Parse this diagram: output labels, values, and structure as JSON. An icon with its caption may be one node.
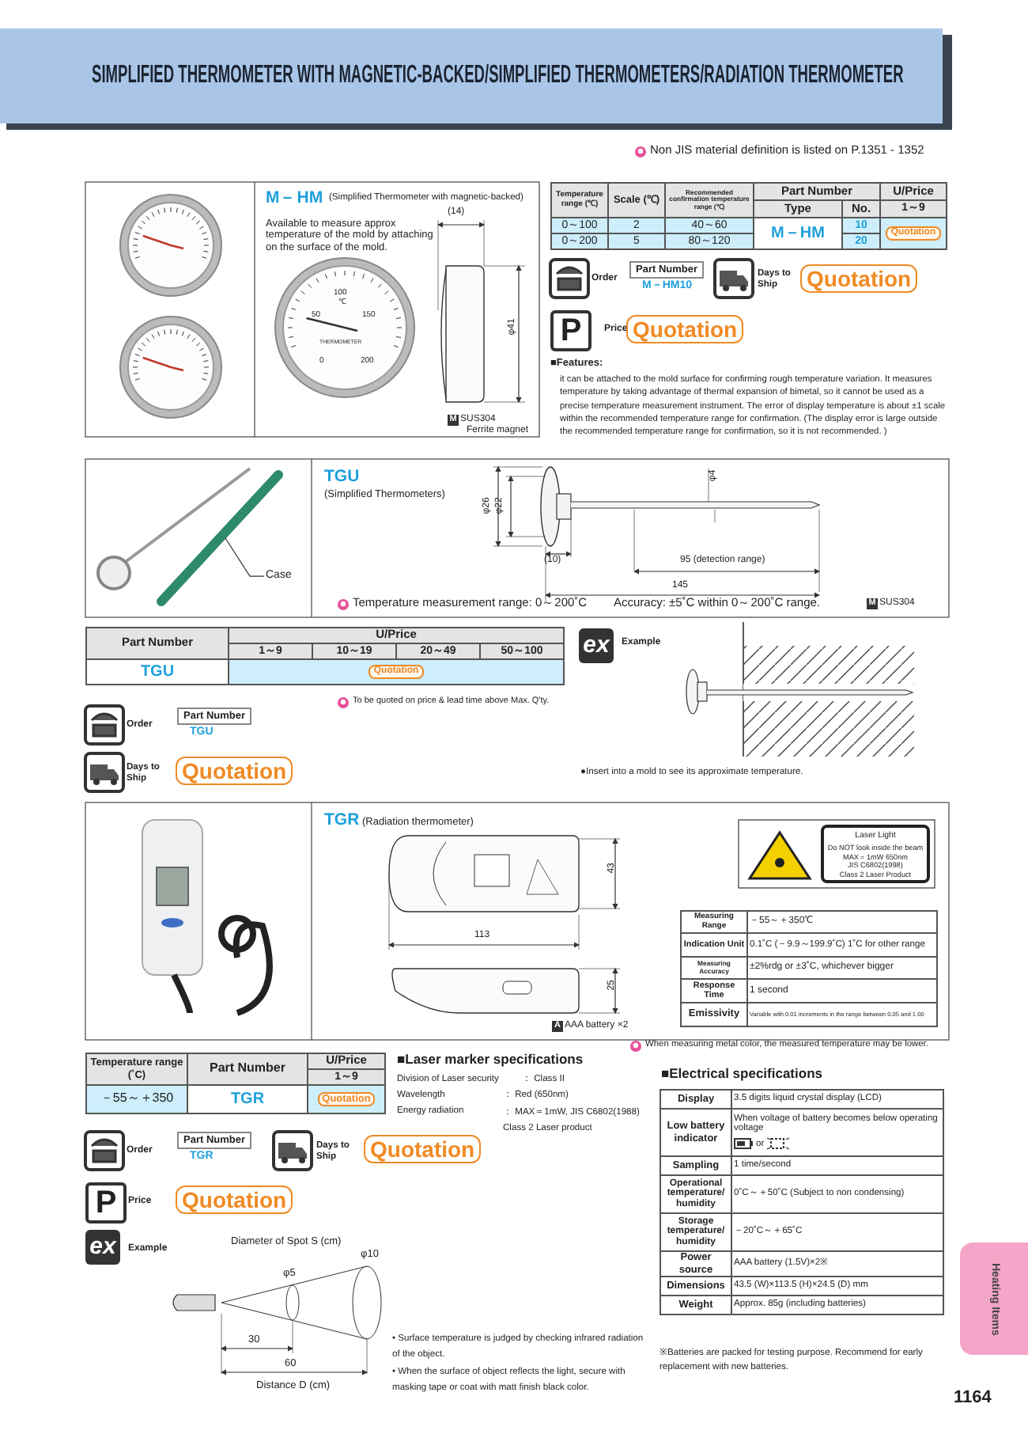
{
  "diagram": {
    "title": "SIMPLIFIED THERMOMETER WITH MAGNETIC-BACKED/SIMPLIFIED THERMOMETERS/RADIATION THERMOMETER",
    "nodes": [
      {
        "text": [
          "Case"
        ]
      },
      {
        "text": [],
        "shape": "picture"
      }
    ],
    "edges": [
      {
        "from": 0,
        "to": 1,
        "arrow": "none"
      }
    ],
    "labels": [
      "Non JIS material definition is listed on P.1351 - 1352",
      "M－HM",
      "(Simplified Thermometer with magnetic-backed)",
      "Available to measure approx temperature of the mold by attaching on the surface of the mold.",
      "(14)",
      "100",
      "℃",
      "50",
      "150",
      "THERMOMETER",
      "0",
      "200",
      "φ41",
      "M",
      "SUS304",
      "Ferrite magnet",
      "Temperature range (℃)",
      "Scale (℃)",
      "Recommended confirmation temperature range (℃)",
      "Part Number",
      "U/Price",
      "Type",
      "No.",
      "1～9",
      "0～100",
      "2",
      "40～60",
      "M－HM",
      "10",
      "Quotation",
      "0～200",
      "5",
      "80～120",
      "20",
      "Order",
      "Part Number",
      "M－HM10",
      "Days to Ship",
      "Quotation",
      "P",
      "Price",
      "Quotation",
      "■Features:",
      "it can be attached to the mold surface for confirming rough temperature variation. It measures temperature by taking advantage of thermal expansion of bimetal, so it cannot be used as a precise temperature measurement instrument. The error of display temperature is about ±1 scale within the recommended temperature range for confirmation. (The display error is large outside the recommended temperature range for confirmation, so it is not recommended. )",
      "TGU",
      "(Simplified Thermometers)",
      "φ26",
      "φ22",
      "φ4",
      "(10)",
      "95 (detection range)",
      "145",
      "Temperature measurement range: 0～200˚C",
      "Accuracy: ±5˚C within 0～200˚C range.",
      "M",
      "SUS304",
      "Part Number",
      "U/Price",
      "1～9",
      "10～19",
      "20～49",
      "50～100",
      "TGU",
      "Quotation",
      "To be quoted on price & lead time above Max. Q'ty.",
      "Order",
      "Part Number",
      "TGU",
      "Days to Ship",
      "Quotation",
      "ex",
      "Example",
      "●Insert into a mold to see its approximate temperature.",
      "TGR",
      "(Radiation thermometer)",
      "43",
      "113",
      "25",
      "A",
      "AAA battery ×2",
      "Laser Light",
      "Do NOT look inside the beam",
      "MAX＝1mW 650nm",
      "JIS C6802(1998)",
      "Class 2 Laser Product",
      "Measuring Range",
      "－55～＋350℃",
      "Indication Unit",
      "0.1˚C (－9.9～199.9˚C) 1˚C for other range",
      "Measuring Accuracy",
      "±2%rdg or ±3˚C, whichever bigger",
      "Response Time",
      "1 second",
      "Emissivity",
      "Variable with 0.01 increments in the range between 0.05 and 1.00",
      "When measuring metal color, the measured temperature may be lower.",
      "Temperature range (˚C)",
      "Part Number",
      "U/Price",
      "1～9",
      "－55～＋350",
      "TGR",
      "Quotation",
      "Order",
      "Part Number",
      "TGR",
      "Days to Ship",
      "Quotation",
      "P",
      "Price",
      "Quotation",
      "ex",
      "Example",
      "Diameter of Spot S (cm)",
      "φ10",
      "φ5",
      "30",
      "60",
      "Distance D (cm)",
      "■Laser marker specifications",
      "Division of Laser security",
      "： Class II",
      "Wavelength",
      "： Red (650nm)",
      "Energy radiation",
      "： MAX＝1mW, JIS C6802(1988) Class 2 Laser product",
      "• Surface temperature is judged by checking infrared radiation of the object.",
      "• When the surface of object reflects the light, secure with masking tape or coat with matt finish black color.",
      "■Electrical specifications",
      "Display",
      "3.5 digits liquid crystal display (LCD)",
      "Low battery indicator",
      "When voltage of battery becomes below operating voltage",
      "or",
      "Sampling",
      "1 time/second",
      "Operational temperature/ humidity",
      "0˚C～＋50˚C (Subject to non condensing)",
      "Storage temperature/ humidity",
      "－20˚C～＋65˚C",
      "Power source",
      "AAA battery (1.5V)×2※",
      "Dimensions",
      "43.5 (W)×113.5 (H)×24.5 (D) mm",
      "Weight",
      "Approx. 85g (including batteries)",
      "※Batteries are packed for testing purpose. Recommend for early replacement with new batteries.",
      "Heating Items",
      "1164"
    ]
  }
}
